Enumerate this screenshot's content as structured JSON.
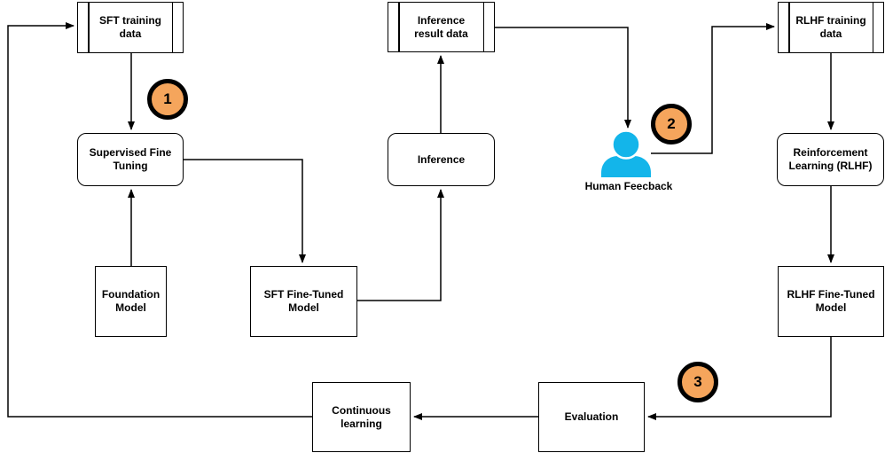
{
  "nodes": {
    "sft_training_data": {
      "label": "SFT training data"
    },
    "supervised_fine_tuning": {
      "label": "Supervised Fine Tuning"
    },
    "foundation_model": {
      "label": "Foundation Model"
    },
    "sft_fine_tuned_model": {
      "label": "SFT Fine-Tuned Model"
    },
    "inference": {
      "label": "Inference"
    },
    "inference_result_data": {
      "label": "Inference result data"
    },
    "human_feedback": {
      "label": "Human Feecback"
    },
    "rlhf_training_data": {
      "label": "RLHF training data"
    },
    "reinforcement_learning": {
      "label": "Reinforcement Learning (RLHF)"
    },
    "rlhf_fine_tuned_model": {
      "label": "RLHF Fine-Tuned Model"
    },
    "evaluation": {
      "label": "Evaluation"
    },
    "continuous_learning": {
      "label": "Continuous learning"
    }
  },
  "badges": {
    "step1": "1",
    "step2": "2",
    "step3": "3"
  },
  "colors": {
    "background": "#FFFFFF",
    "node_fill": "#FFFFFF",
    "node_border": "#000000",
    "connector": "#000000",
    "step_badge_fill": "#F5A55C",
    "step_badge_border": "#000000",
    "person_icon": "#13B5EA"
  }
}
